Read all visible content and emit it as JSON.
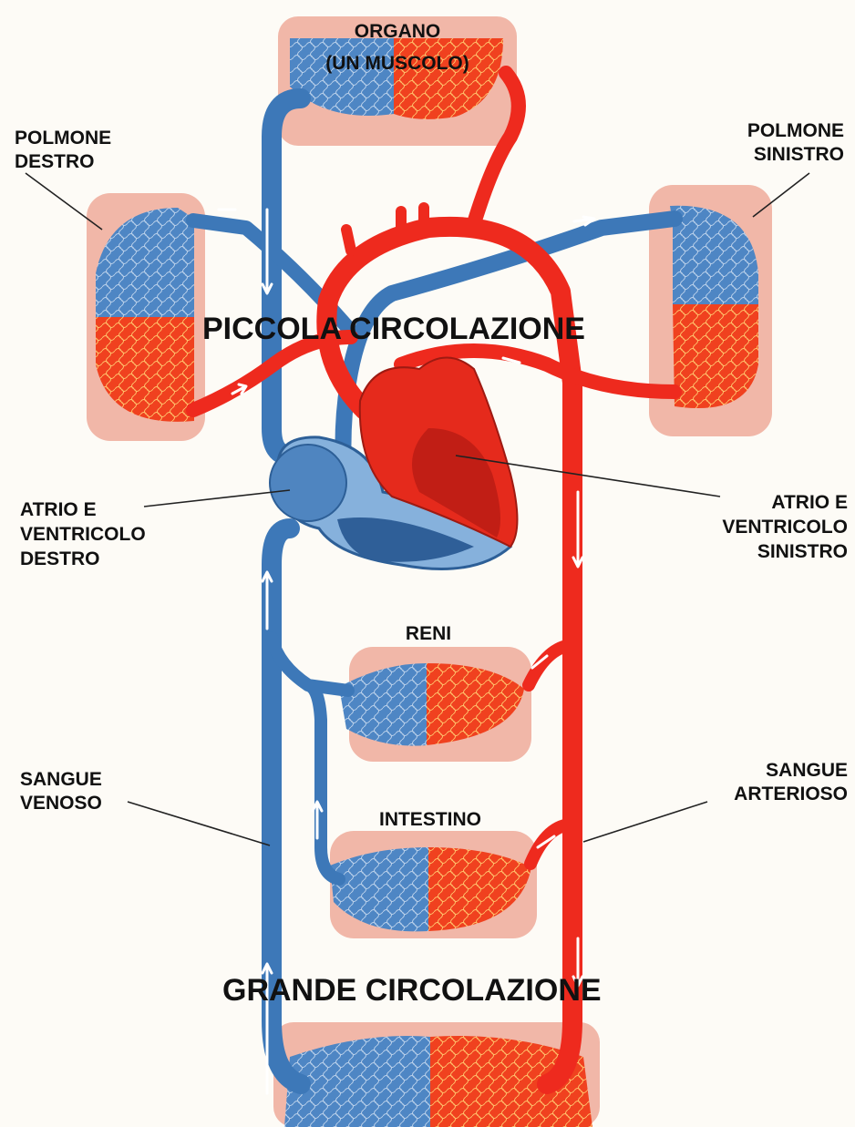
{
  "labels": {
    "organ_line1": "ORGANO",
    "organ_line2": "(UN MUSCOLO)",
    "right_lung_line1": "POLMONE",
    "right_lung_line2": "DESTRO",
    "left_lung_line1": "POLMONE",
    "left_lung_line2": "SINISTRO",
    "pulmonary_circulation": "PICCOLA CIRCOLAZIONE",
    "right_heart_line1": "ATRIO E",
    "right_heart_line2": "VENTRICOLO",
    "right_heart_line3": "DESTRO",
    "left_heart_line1": "ATRIO E",
    "left_heart_line2": "VENTRICOLO",
    "left_heart_line3": "SINISTRO",
    "kidneys": "RENI",
    "venous_blood_line1": "SANGUE",
    "venous_blood_line2": "VENOSO",
    "arterial_blood_line1": "SANGUE",
    "arterial_blood_line2": "ARTERIOSO",
    "intestine": "INTESTINO",
    "systemic_circulation": "GRANDE CIRCOLAZIONE"
  },
  "colors": {
    "venous_blue": "#3d78b8",
    "arterial_red": "#ee2a1e",
    "tissue_pink": "#f1b7a8"
  }
}
